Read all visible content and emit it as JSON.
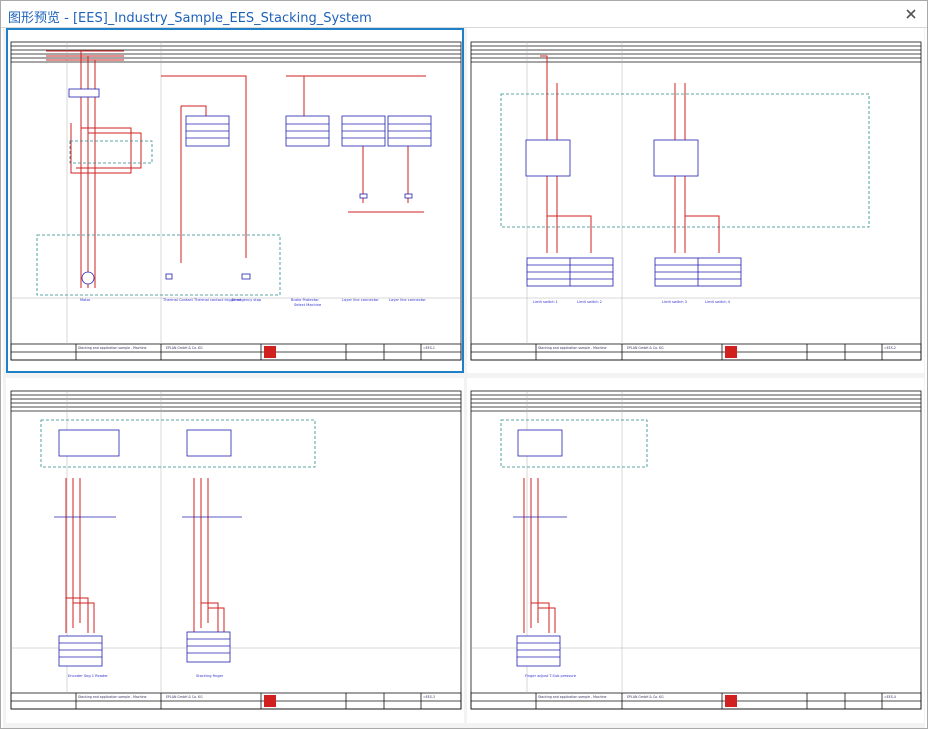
{
  "window": {
    "title": "图形预览 - [EES]_Industry_Sample_EES_Stacking_System",
    "close_icon": "close-icon"
  },
  "pages": [
    {
      "id": "p1",
      "selected": true,
      "labels": [
        "Motor",
        "Thermal Contact",
        "Thermal contact triggered",
        "Emergency stop",
        "Brake Protector",
        "Select Machine",
        "Layer line connector",
        "Layer line connector"
      ],
      "titleblock": {
        "project": "Stacking and application sample - Machine",
        "company": "EPLAN GmbH & Co. KG",
        "sheet": "=EES-1"
      }
    },
    {
      "id": "p2",
      "selected": false,
      "labels": [
        "Limit switch 1",
        "Limit switch 2",
        "Limit switch 3",
        "Limit switch 4"
      ],
      "titleblock": {
        "project": "Stacking and application sample - Machine",
        "company": "EPLAN GmbH & Co. KG",
        "sheet": "=EES-2"
      }
    },
    {
      "id": "p3",
      "selected": false,
      "labels": [
        "Encoder Seg 1 Reader",
        "Stacking finger"
      ],
      "titleblock": {
        "project": "Stacking and application sample - Machine",
        "company": "EPLAN GmbH & Co. KG",
        "sheet": "=EES-3"
      }
    },
    {
      "id": "p4",
      "selected": false,
      "labels": [
        "Finger adjust T-Sub pressure"
      ],
      "titleblock": {
        "project": "Stacking and application sample - Machine",
        "company": "EPLAN GmbH & Co. KG",
        "sheet": "=EES-4"
      }
    }
  ],
  "colors": {
    "wire": "#d22020",
    "device": "#2020b0",
    "dash": "#2a8a8a",
    "frame": "#111111",
    "select": "#1f7fc7"
  }
}
